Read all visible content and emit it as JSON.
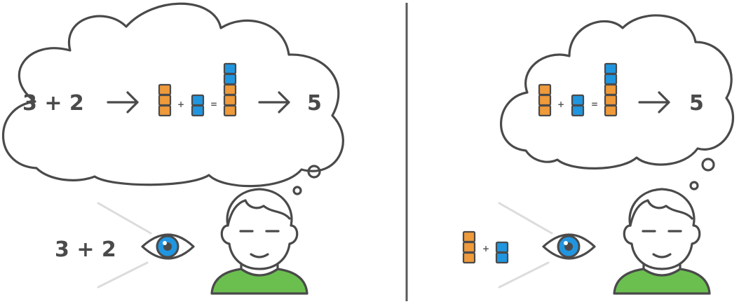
{
  "left_panel": {
    "cloud_expression": "3 + 2",
    "cloud_result": "5",
    "seen_expression": "3 + 2",
    "plus_sign": "+",
    "equals_sign": "=",
    "blocks_a": 3,
    "blocks_b": 2,
    "blocks_sum_orange": 3,
    "blocks_sum_blue": 2
  },
  "right_panel": {
    "cloud_result": "5",
    "plus_sign": "+",
    "equals_sign": "=",
    "seen_plus_sign": "+",
    "blocks_a": 3,
    "blocks_b": 2,
    "blocks_sum_orange": 3,
    "blocks_sum_blue": 2,
    "seen_blocks_a": 3,
    "seen_blocks_b": 2
  },
  "colors": {
    "orange": "#ef9a3b",
    "blue": "#2196e0",
    "outline": "#4a4a4a",
    "shirt": "#6bbf4f",
    "divider": "#5a5a5a",
    "ray": "#dcdcdc"
  }
}
